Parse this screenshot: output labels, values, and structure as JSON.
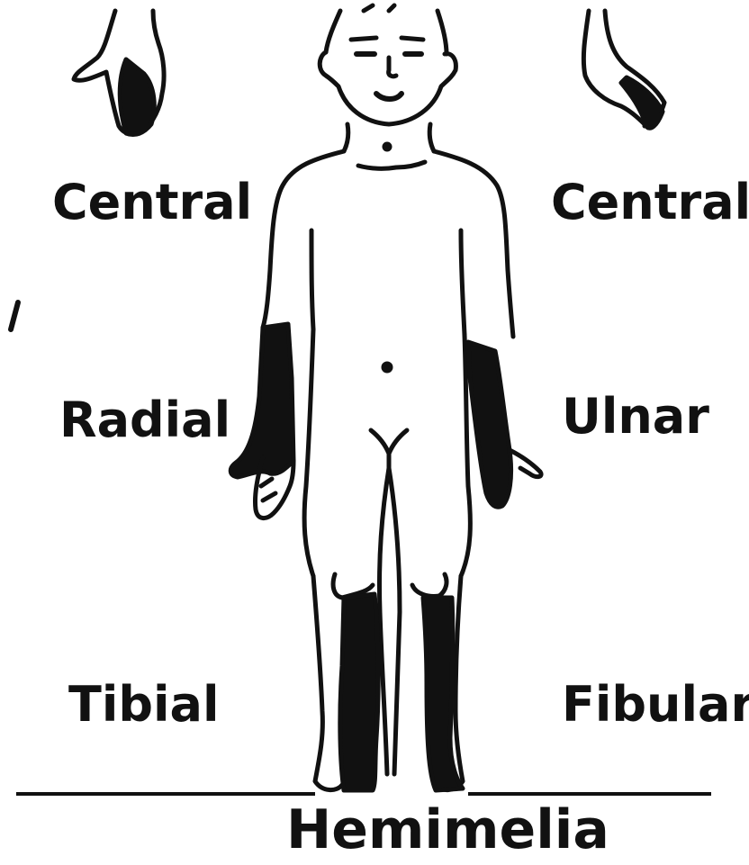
{
  "labels": {
    "central_left": "Central",
    "central_right": "Central",
    "radial": "Radial",
    "ulnar": "Ulnar",
    "tibial": "Tibial",
    "fibular": "Fibular",
    "title": "Hemimelia"
  },
  "colors": {
    "ink": "#111111",
    "background": "#ffffff"
  }
}
